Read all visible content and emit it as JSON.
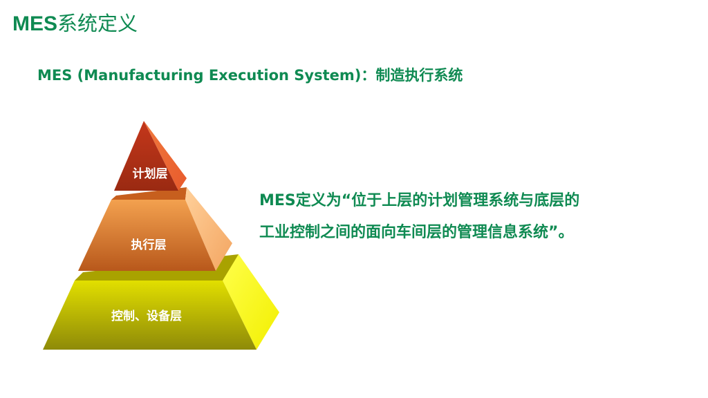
{
  "header": {
    "title_latin": "MES",
    "title_cjk": "系统定义"
  },
  "subtitle": "MES (Manufacturing Execution System)：制造执行系统",
  "pyramid": {
    "layers": [
      {
        "label": "计划层"
      },
      {
        "label": "执行层"
      },
      {
        "label": "控制、设备层"
      }
    ]
  },
  "definition": {
    "lines": [
      "MES定义为“位于上层的计划管理系统与底层的",
      "工业控制之间的面向车间层的管理信息系统”。"
    ]
  },
  "colors": {
    "brand_green": "#0f8a52",
    "top_layer": "#c8411a",
    "middle_layer": "#e8873a",
    "bottom_layer": "#c9c600"
  }
}
